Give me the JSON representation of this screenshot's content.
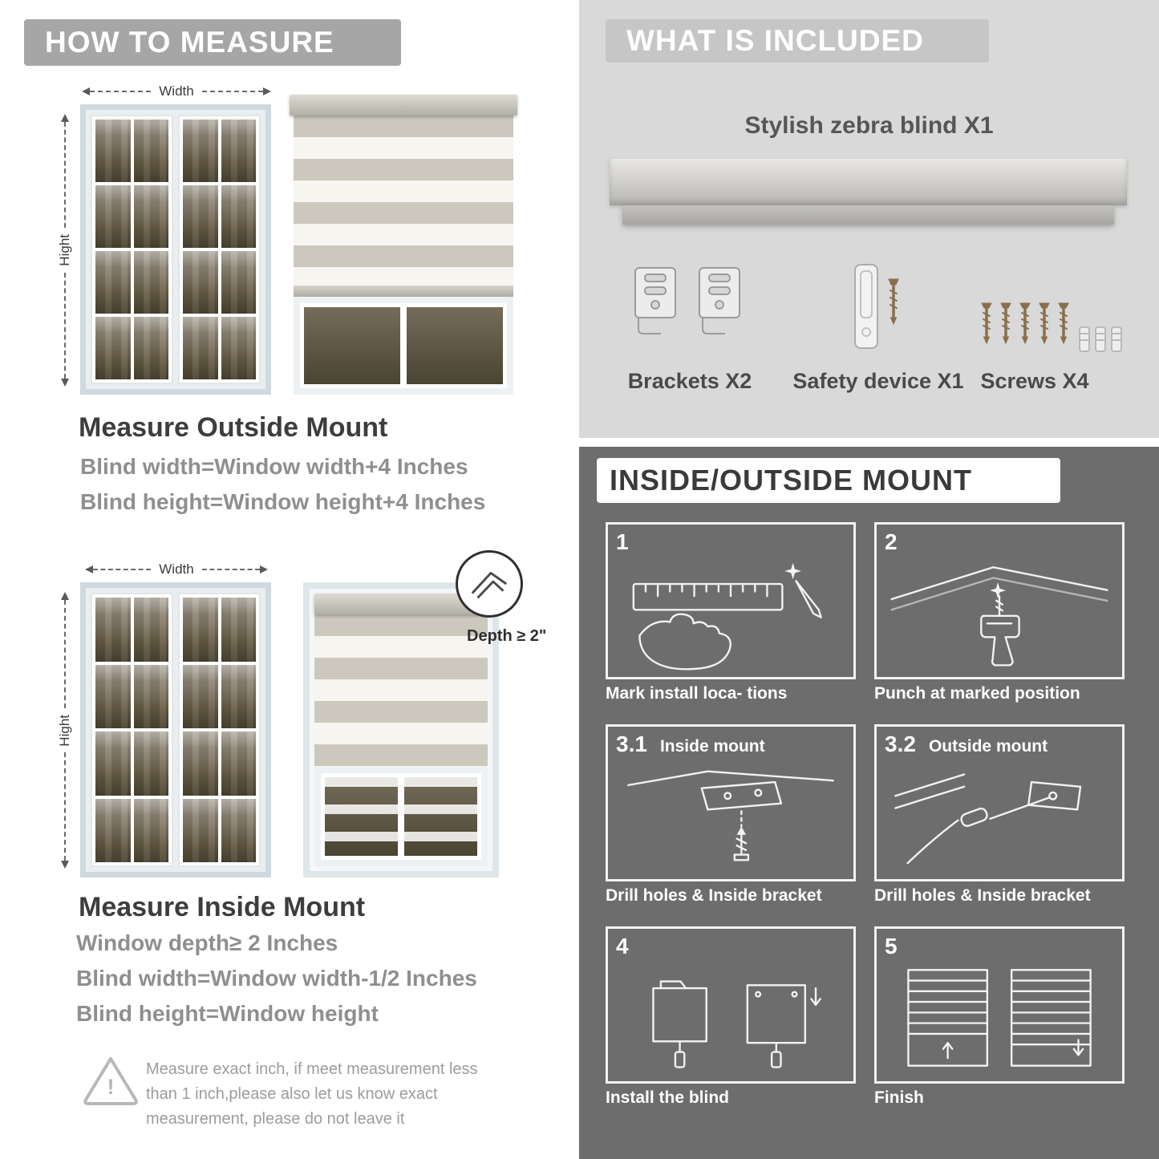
{
  "left": {
    "header": "HOW TO MEASURE",
    "figure_outside": {
      "width_label": "Width",
      "height_label": "Hight"
    },
    "outside": {
      "title": "Measure Outside Mount",
      "line1": "Blind width=Window width+4 Inches",
      "line2": "Blind height=Window height+4 Inches"
    },
    "figure_inside": {
      "width_label": "Width",
      "height_label": "Hight",
      "depth_label": "Depth ≥ 2\""
    },
    "inside": {
      "title": "Measure Inside Mount",
      "line1": "Window depth≥ 2 Inches",
      "line2": "Blind width=Window width-1/2 Inches",
      "line3": "Blind height=Window height"
    },
    "warning": {
      "mark": "!",
      "text": "Measure exact inch, if meet measurement less than 1 inch,please also let us know exact measurement, please do not leave it"
    }
  },
  "right": {
    "included": {
      "header": "WHAT IS INCLUDED",
      "blind_label": "Stylish zebra blind X1",
      "part1_label": "Brackets X2",
      "part2_label": "Safety device X1",
      "part3_label": "Screws X4"
    },
    "mount": {
      "header": "INSIDE/OUTSIDE MOUNT",
      "steps": [
        {
          "num": "1",
          "label": "",
          "caption": "Mark install loca- tions"
        },
        {
          "num": "2",
          "label": "",
          "caption": "Punch at  marked position"
        },
        {
          "num": "3.1",
          "label": "Inside mount",
          "caption": "Drill holes &  Inside bracket"
        },
        {
          "num": "3.2",
          "label": "Outside mount",
          "caption": "Drill holes &  Inside bracket"
        },
        {
          "num": "4",
          "label": "",
          "caption": "Install the blind"
        },
        {
          "num": "5",
          "label": "",
          "caption": "Finish"
        }
      ]
    }
  },
  "colors": {
    "banner_gray": "#a6a6a6",
    "light_block": "#d9d9d9",
    "dark_block": "#6d6d6d"
  }
}
